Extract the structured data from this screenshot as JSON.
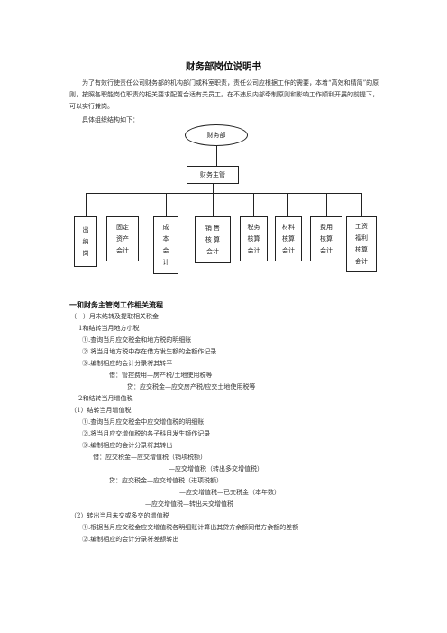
{
  "title": "财务部岗位说明书",
  "intro": "为了有效行使责任公司财务部的机构部门或科室职责，责任公司应根据工作的需要，本着“高效和精简”的原则，按照各职能岗位职责的相关要求配置合适有关员工。在不违反内部牵制原则和影响工作顺利开展的前提下，可以实行兼岗。",
  "structure_label": "具体组织结构如下：",
  "org": {
    "root": "财务部",
    "manager": "财务主管",
    "positions": [
      "出\n纳\n岗",
      "固定\n资产\n会计",
      "成\n本\n会\n计",
      "销 售\n核 算\n会计",
      "税务\n核算\n会计",
      "材料\n核算\n会计",
      "费用\n核算\n会计",
      "工资\n福利\n核算\n会计"
    ]
  },
  "section_heading": "一和财务主管岗工作相关流程",
  "lines": [
    "（一）月末结转及提取相关税金",
    "1和结转当月地方小税",
    "①.查询当月应交税金和地方税的明细账",
    "②.将当月地方税中存在借方发生额的金额作记录",
    "③.编制相应的会计分录将其转平",
    "借：管控费用—房产税/土地使用税等",
    "贷：应交税金—应交房产税/应交土地使用税等",
    "2和结转当月增值税",
    "（1）结转当月增值税",
    "①.查询当月应交税金中应交增值税的明细账",
    "②.将当月应交增值税的各子科目发生额作记录",
    "③.编制相应的会计分录将其转出",
    "借：应交税金—应交增值税（销项税额）",
    "—应交增值税（转出多交增值税）",
    "贷：应交税金—应交增值税（进项税额）",
    "—应交增值税—已交税金（本年数）",
    "—应交增值税—转出未交增值税",
    "（2）转出当月未交或多交的增值税",
    "①.根据当月应交税金应交增值税各明细账计算出其贷方余额同借方余额的差额",
    "②.编制相应的会计分录将差额转出"
  ]
}
